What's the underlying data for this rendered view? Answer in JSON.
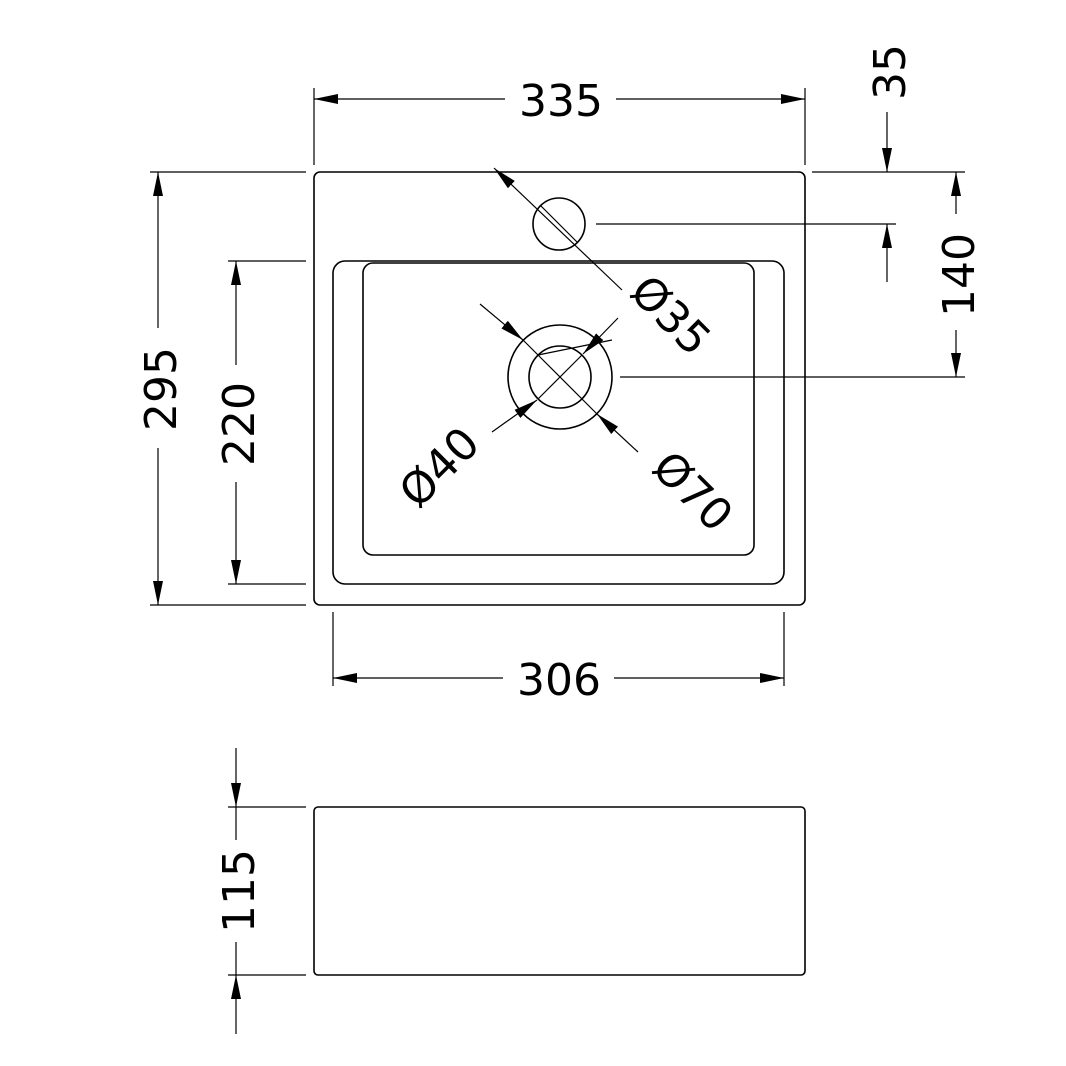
{
  "colors": {
    "line": "#000000",
    "background": "#ffffff"
  },
  "plan_view": {
    "overall_width": "335",
    "overall_depth": "295",
    "bowl_depth": "220",
    "bowl_width": "306",
    "tap_hole_offset": "35",
    "waste_offset": "140",
    "tap_hole_diameter": "Ø35",
    "waste_inner_diameter": "Ø40",
    "waste_outer_diameter": "Ø70"
  },
  "side_view": {
    "height": "115"
  }
}
